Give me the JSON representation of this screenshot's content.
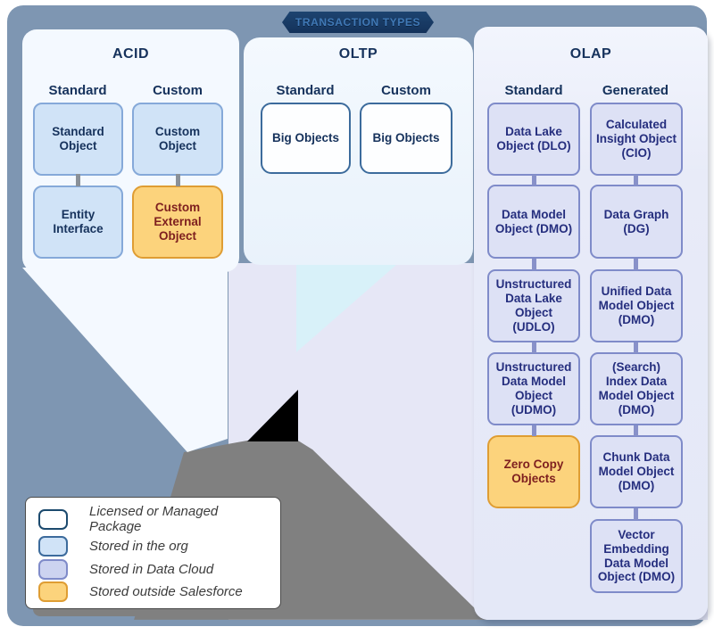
{
  "banner": {
    "label": "TRANSACTION TYPES"
  },
  "panels": [
    {
      "title": "ACID",
      "columns": [
        {
          "header": "Standard",
          "boxes": [
            {
              "label": "Standard Object",
              "type": "org"
            },
            {
              "label": "Entity Interface",
              "type": "org"
            }
          ]
        },
        {
          "header": "Custom",
          "boxes": [
            {
              "label": "Custom Object",
              "type": "org"
            },
            {
              "label": "Custom External Object",
              "type": "external"
            }
          ]
        }
      ]
    },
    {
      "title": "OLTP",
      "columns": [
        {
          "header": "Standard",
          "boxes": [
            {
              "label": "Big Objects",
              "type": "package"
            }
          ]
        },
        {
          "header": "Custom",
          "boxes": [
            {
              "label": "Big Objects",
              "type": "package"
            }
          ]
        }
      ]
    },
    {
      "title": "OLAP",
      "columns": [
        {
          "header": "Standard",
          "boxes": [
            {
              "label": "Data Lake Object (DLO)",
              "type": "datacloud"
            },
            {
              "label": "Data Model Object (DMO)",
              "type": "datacloud"
            },
            {
              "label": "Unstructured Data Lake Object (UDLO)",
              "type": "datacloud"
            },
            {
              "label": "Unstructured Data Model Object (UDMO)",
              "type": "datacloud"
            },
            {
              "label": "Zero Copy Objects",
              "type": "external"
            }
          ]
        },
        {
          "header": "Generated",
          "boxes": [
            {
              "label": "Calculated Insight Object (CIO)",
              "type": "datacloud"
            },
            {
              "label": "Data Graph (DG)",
              "type": "datacloud"
            },
            {
              "label": "Unified Data Model Object (DMO)",
              "type": "datacloud"
            },
            {
              "label": "(Search) Index Data Model Object (DMO)",
              "type": "datacloud"
            },
            {
              "label": "Chunk Data Model Object (DMO)",
              "type": "datacloud"
            },
            {
              "label": "Vector Embedding Data Model Object (DMO)",
              "type": "datacloud"
            }
          ]
        }
      ]
    }
  ],
  "legend": {
    "items": [
      {
        "label": "Licensed or Managed Package",
        "type": "package",
        "fill": "#ffffff",
        "border": "#1c4a6e"
      },
      {
        "label": "Stored in the org",
        "type": "org",
        "fill": "#d0e3f7",
        "border": "#3c6b9c"
      },
      {
        "label": "Stored in Data Cloud",
        "type": "datacloud",
        "fill": "#ccd3f0",
        "border": "#7f8bc9"
      },
      {
        "label": "Stored outside Salesforce",
        "type": "external",
        "fill": "#fcd37c",
        "border": "#df9d33"
      }
    ]
  },
  "colors": {
    "slate_background": "#7e96b2",
    "gray_region": "#808080",
    "black_triangle": "#000000",
    "lavender_region": "#e6e7f6",
    "cyan_region": "#d8f1f9",
    "panel_acid_bg": "#f4f9ff",
    "panel_oltp_bg": "#eef5fd",
    "panel_olap_bg": "#e8ebf8",
    "org_fill": "#d0e3f7",
    "org_border": "#85a9d9",
    "package_fill": "#ffffff",
    "package_border": "#3c6b9c",
    "datacloud_fill": "#dde1f5",
    "datacloud_border": "#7f8bc9",
    "external_fill": "#fcd37c",
    "external_border": "#df9d33",
    "navy_text": "#16325c",
    "indigo_text": "#252e7e",
    "maroon_text": "#7e1f1f",
    "banner_bg": "#16365e",
    "banner_text": "#4079b6"
  }
}
